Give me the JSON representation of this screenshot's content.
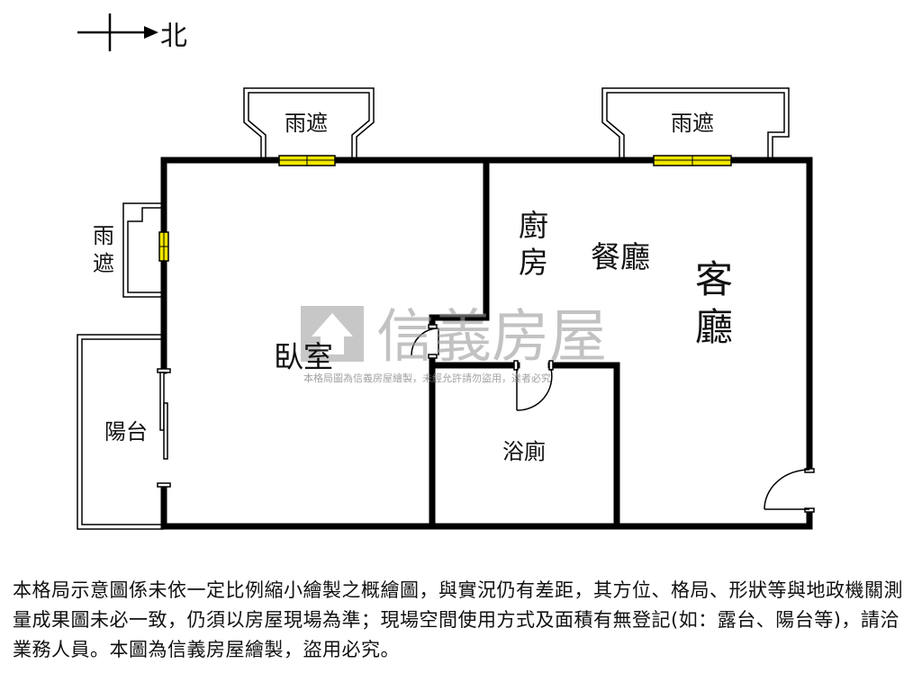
{
  "compass": {
    "label": "北"
  },
  "rooms": {
    "canopy_north_left": "雨遮",
    "canopy_north_right": "雨遮",
    "canopy_west": "雨遮",
    "kitchen": "廚房",
    "dining": "餐廳",
    "living": "客廳",
    "bedroom": "臥室",
    "balcony": "陽台",
    "bathroom": "浴廁"
  },
  "watermark": {
    "brand": "信義房屋",
    "notice": "本格局圖為信義房屋繪製，未經允許請勿盜用，違者必究"
  },
  "disclaimer": "本格局示意圖係未依一定比例縮小繪製之概繪圖，與實況仍有差距，其方位、格局、形狀等與地政機關測量成果圖未必一致，仍須以房屋現場為準；現場空間使用方式及面積有無登記(如：露台、陽台等)，請洽業務人員。本圖為信義房屋繪製，盜用必究。",
  "colors": {
    "wall": "#000000",
    "window": "#f2e600",
    "watermark": "#9a9a9a"
  }
}
